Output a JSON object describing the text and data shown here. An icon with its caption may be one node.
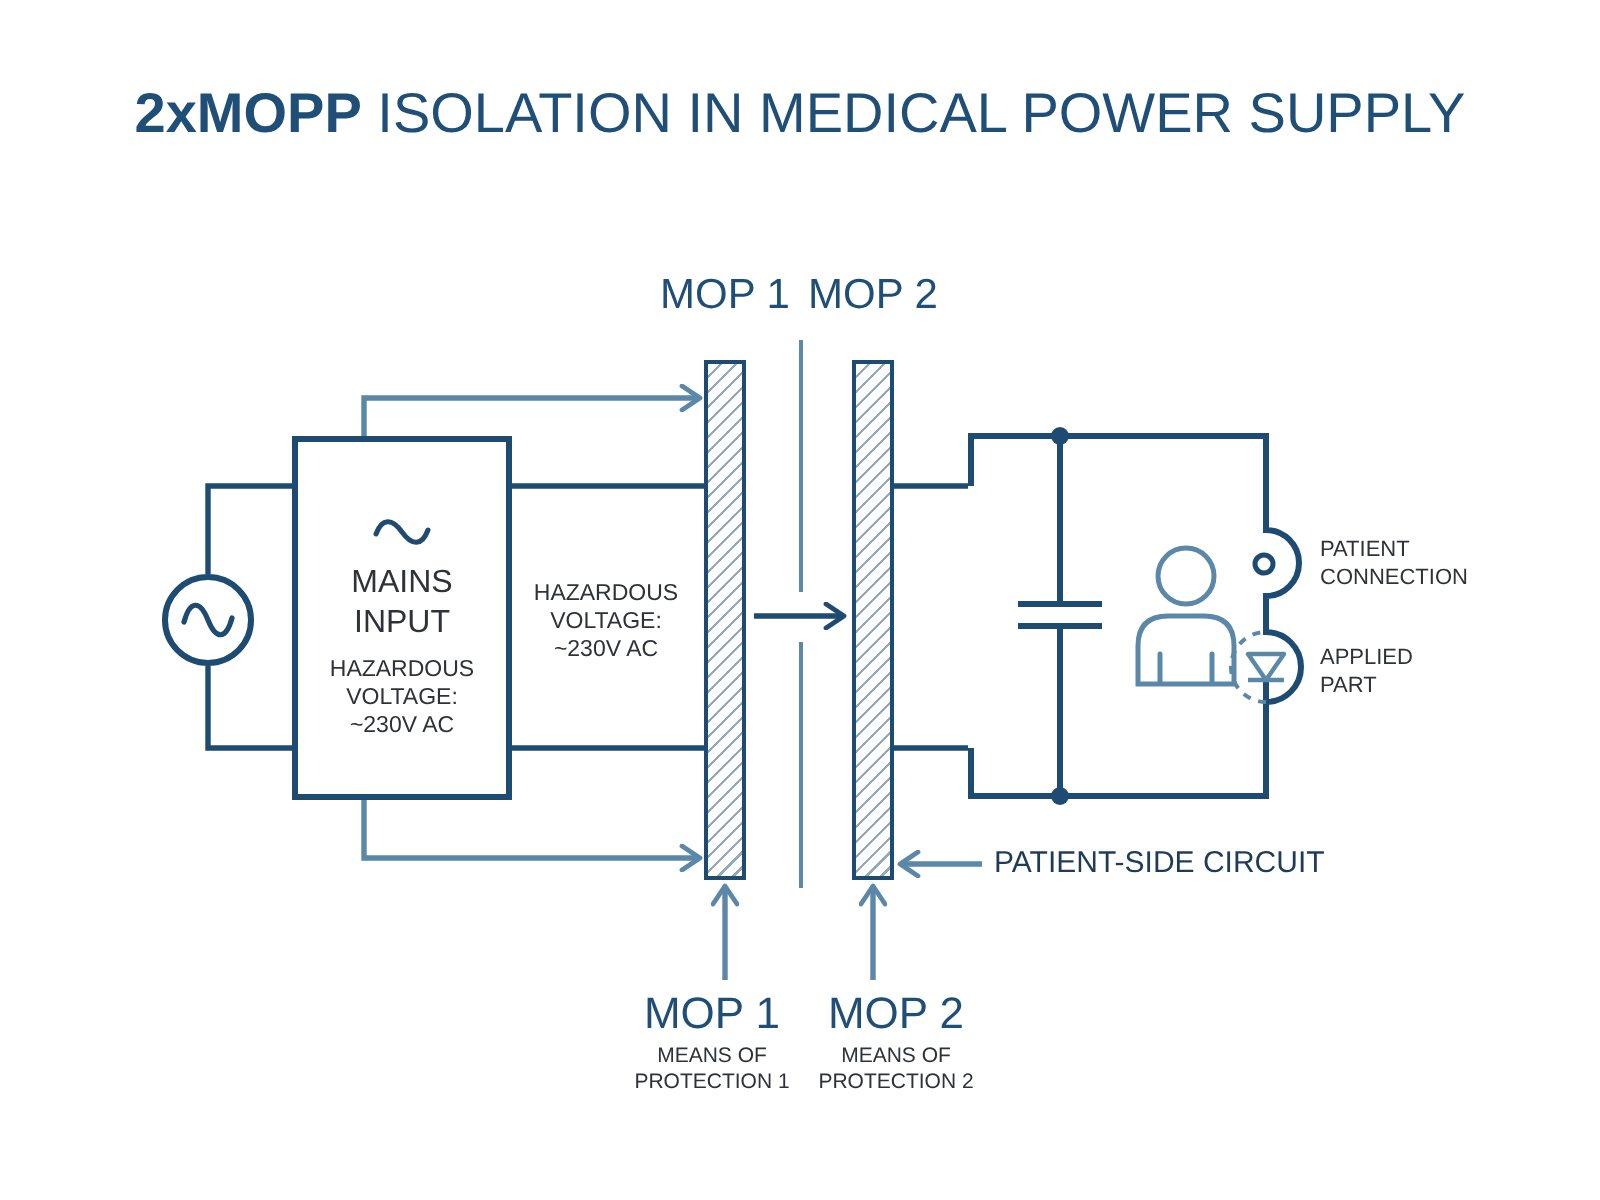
{
  "diagram": {
    "title": "**2xMOPP** ISOLATION IN MEDICAL POWER SUPPLY",
    "nodes": [
      {
        "text": [],
        "shape": "circle"
      },
      {
        "text": [
          "MAINS INPUT",
          "HAZARDOUS VOLTAGE: ~230V AC"
        ]
      },
      {
        "text": [
          "MOP 1"
        ]
      },
      {
        "text": [
          "MOP 2"
        ]
      },
      {
        "text": [],
        "shape": "picture",
        "beside": [
          "PATIENT CONNECTION",
          "APPLIED PART"
        ]
      },
      {
        "text": [
          "PATIENT-SIDE CIRCUIT"
        ]
      },
      {
        "text": [
          "MOP 1",
          "MEANS OF PROTECTION 1"
        ]
      },
      {
        "text": [
          "MOP 2",
          "MEANS OF PROTECTION 2"
        ]
      }
    ],
    "edges": [
      {
        "from": 0,
        "to": 1,
        "arrow": "none"
      },
      {
        "from": 0,
        "to": 1,
        "arrow": "none"
      },
      {
        "from": 1,
        "to": 2,
        "arrow": "none"
      },
      {
        "from": 1,
        "to": 2,
        "arrow": "none"
      },
      {
        "from": 1,
        "to": 2,
        "arrow": "to",
        "color": "#5b87a8"
      },
      {
        "from": 1,
        "to": 2,
        "arrow": "to",
        "color": "#5b87a8"
      },
      {
        "from": 2,
        "to": 3,
        "arrow": "to"
      },
      {
        "from": 3,
        "to": 4,
        "arrow": "none"
      },
      {
        "from": 3,
        "to": 4,
        "arrow": "none"
      },
      {
        "from": 5,
        "to": 3,
        "arrow": "to",
        "color": "#5b87a8"
      },
      {
        "from": 6,
        "to": 2,
        "arrow": "to",
        "color": "#5b87a8"
      },
      {
        "from": 7,
        "to": 3,
        "arrow": "to",
        "color": "#5b87a8"
      }
    ],
    "labels": [
      "HAZARDOUS VOLTAGE: ~230V AC"
    ]
  }
}
